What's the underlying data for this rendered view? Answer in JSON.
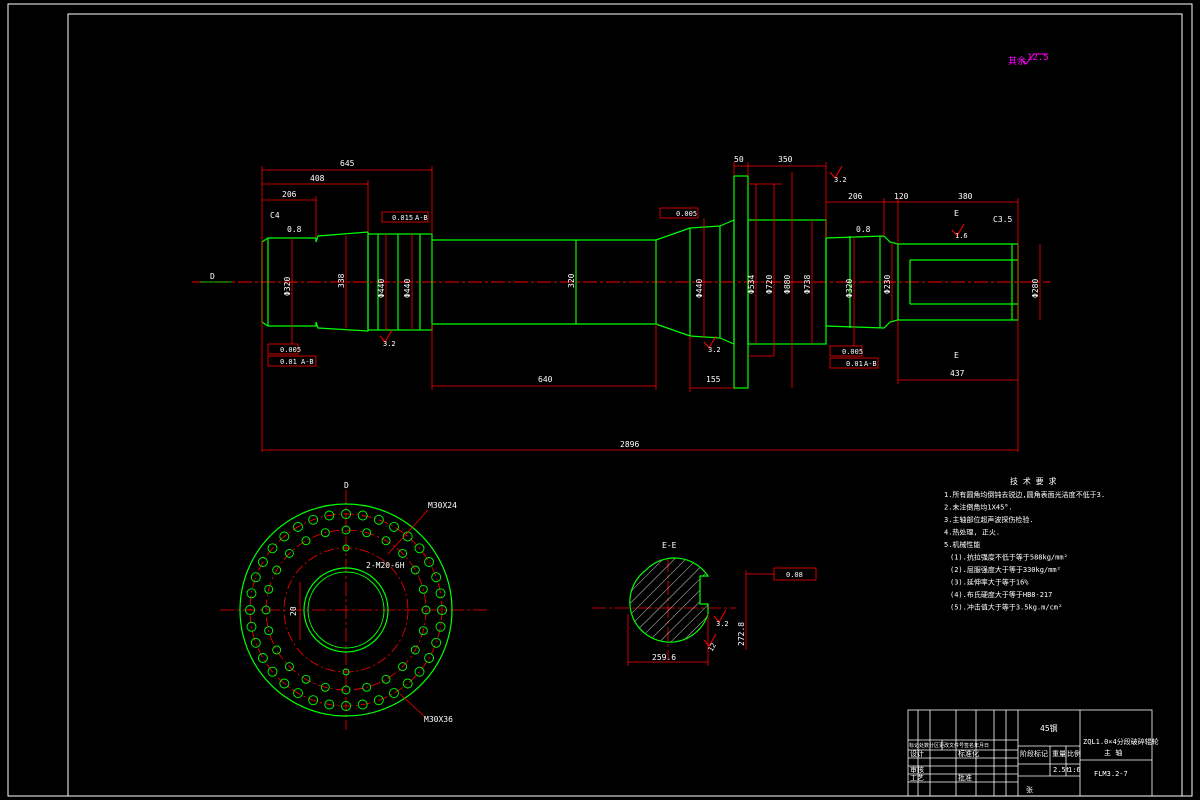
{
  "colors": {
    "background": "#000000",
    "frame": "#ffffff",
    "outline": "#00ff00",
    "dimension": "#ff0000",
    "text": "#ffffff",
    "roughness_mark": "#ff00ff"
  },
  "roughness_note": {
    "label": "其余",
    "value": "12.5"
  },
  "shaft": {
    "overall_length": "2896",
    "dims": {
      "d645": "645",
      "d408": "408",
      "d206a": "206",
      "d50": "50",
      "d350": "350",
      "d206b": "206",
      "d120": "120",
      "d380": "380",
      "d640": "640",
      "d155": "155",
      "d437": "437"
    },
    "chamfers": {
      "c4": "C4",
      "c3_5": "C3.5",
      "r0_8a": "0.8",
      "r0_8b": "0.8"
    },
    "diameters": {
      "left_journal": "Φ320",
      "d338": "338",
      "collar": "Φ440",
      "collar2": "Φ440",
      "body": "320",
      "taper": "Φ440",
      "flange1": "Φ534",
      "flange2": "Φ720",
      "flange3": "Φ880",
      "hub": "Φ738",
      "right_journal": "Φ320",
      "right_seat": "Φ230",
      "spline_end": "Φ280"
    },
    "tolerances": {
      "t1": "0.005",
      "t2": "0.01",
      "t2_ref": "A-B",
      "t3": "0.015",
      "t3_ref": "A-B",
      "t4": "0.005",
      "t5": "0.005",
      "t6": "0.01",
      "t6_ref": "A-B"
    },
    "roughness": {
      "r1": "3.2",
      "r2": "3.2",
      "r3": "3.2",
      "r4": "1.6"
    },
    "section_marks": {
      "d_left": "D",
      "e_top": "E",
      "e_bottom": "E"
    }
  },
  "flange_view": {
    "label": "D",
    "holes_outer": "M30X24",
    "holes_mid": "2-M20-6H",
    "holes_inner": "M30X36",
    "dim_center": "20"
  },
  "section_view": {
    "label": "E-E",
    "width": "259.6",
    "height": "272.8",
    "roughness": "3.2",
    "roughness2": "12",
    "tolerance": "0.08"
  },
  "technical_requirements": {
    "title": "技 术 要 求",
    "items": [
      "1.所有圆角均倒钝去锐边,圆角表面光洁度不低于3.",
      "2.未注倒角均1X45°.",
      "3.主轴部位超声波探伤检验.",
      "4.热处理, 正火.",
      "5.机械性能",
      "(1).抗拉强度不低于等于588kg/mm²",
      "(2).屈服强度大于等于330kg/mm²",
      "(3).延伸率大于等于16%",
      "(4).布氏硬度大于等于HB8-217",
      "(5).冲击值大于等于3.5kg.m/cm²"
    ]
  },
  "title_block": {
    "material": "45钢",
    "drawing_title": "ZQL1.0×4分段破碎辊轮",
    "part_name": "主 轴",
    "scale": "1:6",
    "weight": "2.5t",
    "drawing_number": "FLM3.2-7",
    "labels": {
      "stage": "阶段标记",
      "weight_label": "重量",
      "scale_label": "比例",
      "rev": "标记处数分区更改文件号签名年月日",
      "design": "设计",
      "standard": "标准化",
      "check": "审核",
      "process": "工艺",
      "approve": "批准",
      "sheet": "张"
    }
  }
}
